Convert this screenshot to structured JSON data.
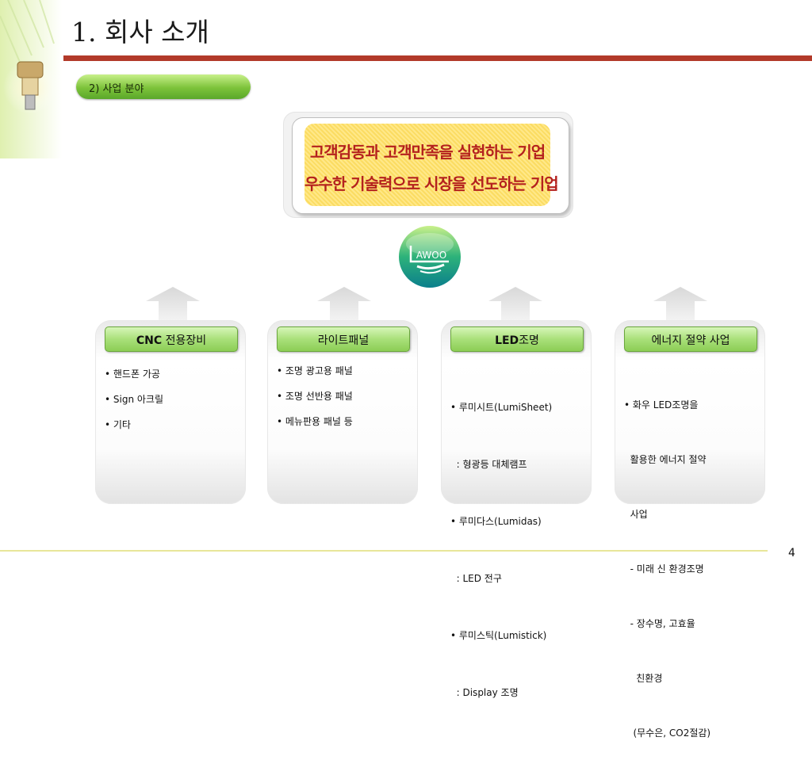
{
  "header": {
    "title": "1. 회사 소개"
  },
  "section": {
    "label": "2) 사업 분야"
  },
  "motto": {
    "line1": "고객감동과 고객만족을 실현하는 기업",
    "line2": "우수한 기술력으로 시장을 선도하는 기업"
  },
  "logo": {
    "text": "AWOO"
  },
  "cards": [
    {
      "title_bold": "CNC",
      "title_rest": " 전용장비",
      "items": [
        "• 핸드폰 가공",
        "• Sign 아크릴",
        "• 기타"
      ]
    },
    {
      "title_bold": "",
      "title_rest": "라이트패널",
      "items": [
        "• 조명 광고용 패널",
        "• 조명 선반용 패널",
        "• 메뉴판용 패널 등"
      ]
    },
    {
      "title_bold": "LED",
      "title_rest": "조명",
      "items": [
        "• 루미시트(LumiSheet)",
        "  : 형광등 대체램프",
        "• 루미다스(Lumidas)",
        "  : LED 전구",
        "• 루미스틱(Lumistick)",
        "  : Display 조명"
      ]
    },
    {
      "title_bold": "",
      "title_rest": "에너지 절약 사업",
      "items": [
        "• 화우 LED조명을",
        "  활용한 에너지 절약",
        "  사업",
        "  - 미래 신 환경조명",
        "  - 장수명, 고효율",
        "    친환경",
        "   (무수은, CO2절감)"
      ]
    }
  ],
  "footer": {
    "page_number": "4"
  },
  "colors": {
    "accent_bar": "#b23a2a",
    "pill_green": "#7cc23a",
    "motto_text": "#b4211e",
    "motto_bg": "#fbdc62"
  }
}
